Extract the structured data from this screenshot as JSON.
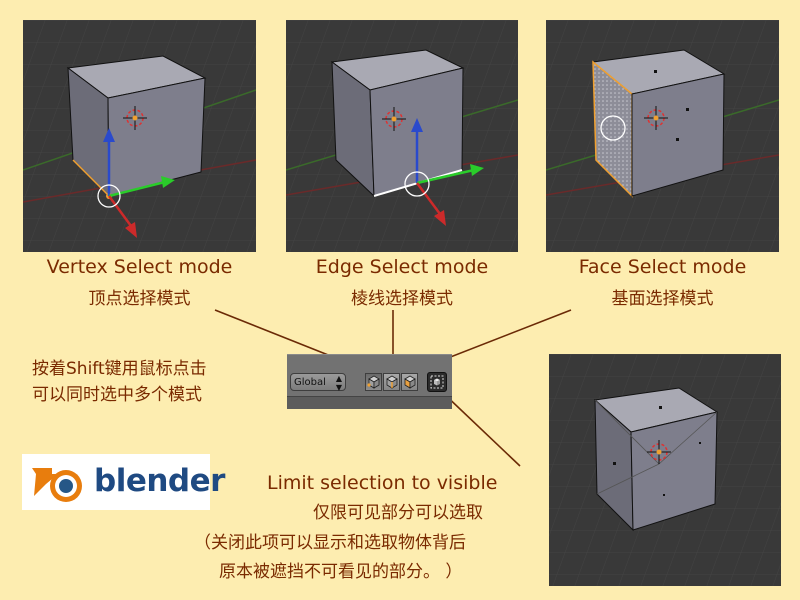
{
  "panels": [
    {
      "id": "vertex",
      "caption_en": "Vertex Select mode",
      "caption_zh": "顶点选择模式"
    },
    {
      "id": "edge",
      "caption_en": "Edge Select mode",
      "caption_zh": "棱线选择模式"
    },
    {
      "id": "face",
      "caption_en": "Face Select mode",
      "caption_zh": "基面选择模式"
    }
  ],
  "shift_note": {
    "line1": "按着Shift键用鼠标点击",
    "line2": "可以同时选中多个模式"
  },
  "header_bar": {
    "orientation_label": "Global",
    "buttons": [
      "vertex-select",
      "edge-select",
      "face-select",
      "limit-selection-to-visible"
    ]
  },
  "limit_note": {
    "title_en": "Limit selection to visible",
    "title_zh": "仅限可见部分可以选取",
    "detail_line1": "（关闭此项可以显示和选取物体背后",
    "detail_line2": "原本被遮挡不可看见的部分。 ）"
  },
  "logo": {
    "text": "blender"
  },
  "colors": {
    "background": "#fdedb0",
    "text": "#7a2a00",
    "connector": "#6b2a06",
    "viewport": "#3a3a3a",
    "selection": "#f0a030"
  }
}
